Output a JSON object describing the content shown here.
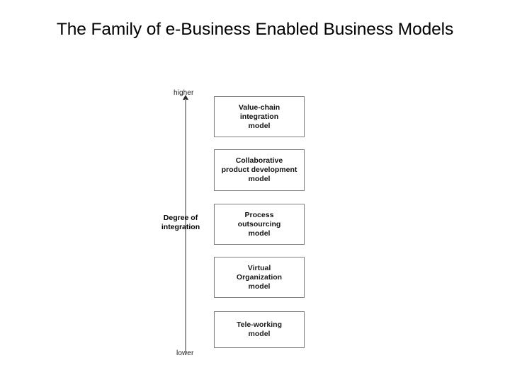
{
  "slide": {
    "title": "The Family of e-Business Enabled Business Models",
    "background_color": "#ffffff"
  },
  "diagram": {
    "type": "vertical-ranking-diagram",
    "axis": {
      "name": "degree-of-integration-axis",
      "title_line1": "Degree of",
      "title_line2": "integration",
      "top_label": "higher",
      "bottom_label": "lower",
      "line_color": "#9a9a9a",
      "arrowhead_color": "#2b2b2b",
      "direction": "upward"
    },
    "boxes": [
      {
        "id": "value-chain",
        "rank": 1,
        "rank_position": "highest",
        "lines": [
          "Value-chain",
          "integration",
          "model"
        ],
        "full_label": "Value-chain integration model"
      },
      {
        "id": "collaborative",
        "rank": 2,
        "rank_position": "high",
        "lines": [
          "Collaborative",
          "product development",
          "model"
        ],
        "full_label": "Collaborative product development model"
      },
      {
        "id": "process-outsourcing",
        "rank": 3,
        "rank_position": "middle",
        "lines": [
          "Process",
          "outsourcing",
          "model"
        ],
        "full_label": "Process outsourcing model"
      },
      {
        "id": "virtual-organization",
        "rank": 4,
        "rank_position": "low",
        "lines": [
          "Virtual",
          "Organization",
          "model"
        ],
        "full_label": "Virtual Organization model"
      },
      {
        "id": "tele-working",
        "rank": 5,
        "rank_position": "lowest",
        "lines": [
          "Tele-working",
          "model"
        ],
        "full_label": "Tele-working model"
      }
    ],
    "box_border_color": "#7d7d7d",
    "box_fill_color": "#ffffff",
    "text_color": "#111111"
  }
}
